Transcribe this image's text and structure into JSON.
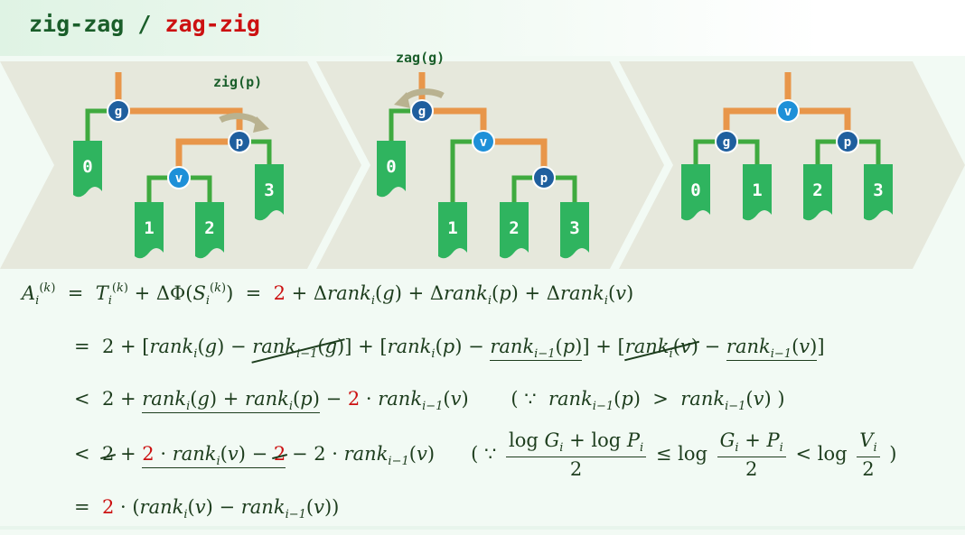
{
  "title": {
    "part1": "zig-zag",
    "separator": " / ",
    "part2": "zag-zig"
  },
  "rotations": {
    "zig_p": "zig(p)",
    "zag_g": "zag(g)"
  },
  "panel1": {
    "nodes": {
      "g": "g",
      "p": "p",
      "v": "v"
    },
    "subtrees": [
      "0",
      "1",
      "2",
      "3"
    ]
  },
  "panel2": {
    "nodes": {
      "g": "g",
      "v": "v",
      "p": "p"
    },
    "subtrees": [
      "0",
      "1",
      "2",
      "3"
    ]
  },
  "panel3": {
    "nodes": {
      "v": "v",
      "g": "g",
      "p": "p"
    },
    "subtrees": [
      "0",
      "1",
      "2",
      "3"
    ]
  },
  "math": {
    "line1": "A_i^(k) = T_i^(k) + ΔΦ(S_i^(k)) = 2 + Δrank_i(g) + Δrank_i(p) + Δrank_i(v)",
    "line2": "= 2 + [rank_i(g) − rank_{i−1}(g)] + [rank_i(p) − rank_{i−1}(p)] + [rank_i(v) − rank_{i−1}(v)]",
    "line3": "< 2 + rank_i(g) + rank_i(p) − 2 · rank_{i−1}(v)   ( ∵ rank_{i−1}(p) > rank_{i−1}(v) )",
    "line4": "< 2 + 2 · rank_i(v) − 2 − 2 · rank_{i−1}(v)   ( ∵ (log G_i + log P_i)/2 ≤ log (G_i + P_i)/2 < log V_i/2 )",
    "line5": "= 2 · (rank_i(v) − rank_{i−1}(v))"
  },
  "colors": {
    "accent_red": "#cc1111",
    "edge_orange": "#e8964a",
    "edge_green": "#3faa3f",
    "node_dark": "#1f5f9e",
    "node_light": "#1e90d8",
    "subtree": "#2fb45f",
    "chevron": "#e6e8dc"
  }
}
